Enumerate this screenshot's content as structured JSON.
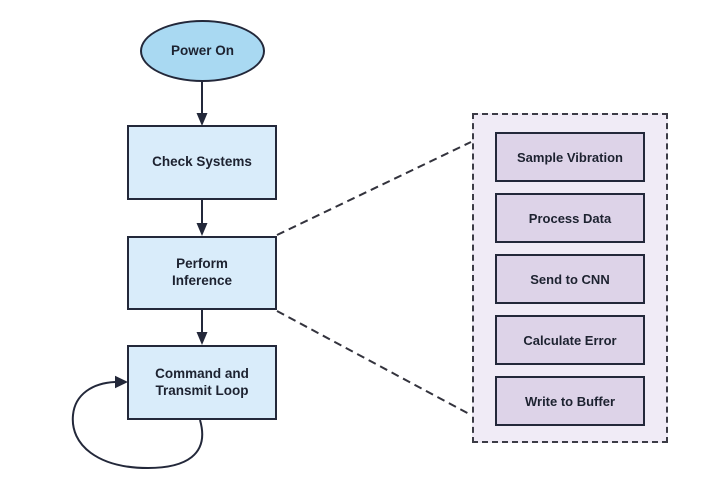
{
  "flowchart": {
    "nodes": {
      "power_on": {
        "label": "Power On",
        "shape": "ellipse"
      },
      "check_systems": {
        "label": "Check Systems",
        "shape": "rectangle"
      },
      "perform_inference": {
        "label": "Perform Inference",
        "shape": "rectangle"
      },
      "command_transmit_loop": {
        "label": "Command and Transmit Loop",
        "shape": "rectangle",
        "note": "has self-loop arrow"
      }
    },
    "flow_order": [
      "Power On",
      "Check Systems",
      "Perform Inference",
      "Command and Transmit Loop"
    ],
    "inference_subtasks": [
      {
        "label": "Sample Vibration"
      },
      {
        "label": "Process Data"
      },
      {
        "label": "Send to CNN"
      },
      {
        "label": "Calculate Error"
      },
      {
        "label": "Write to Buffer"
      }
    ],
    "detail_panel_links_from": "Perform Inference",
    "colors": {
      "terminator_fill": "#a9d9f2",
      "process_fill": "#d9ecfa",
      "panel_fill": "#f0ebf6",
      "subtask_fill": "#ddd3e8",
      "outline": "#23283a",
      "text": "#1d2230",
      "background": "#ffffff"
    }
  }
}
